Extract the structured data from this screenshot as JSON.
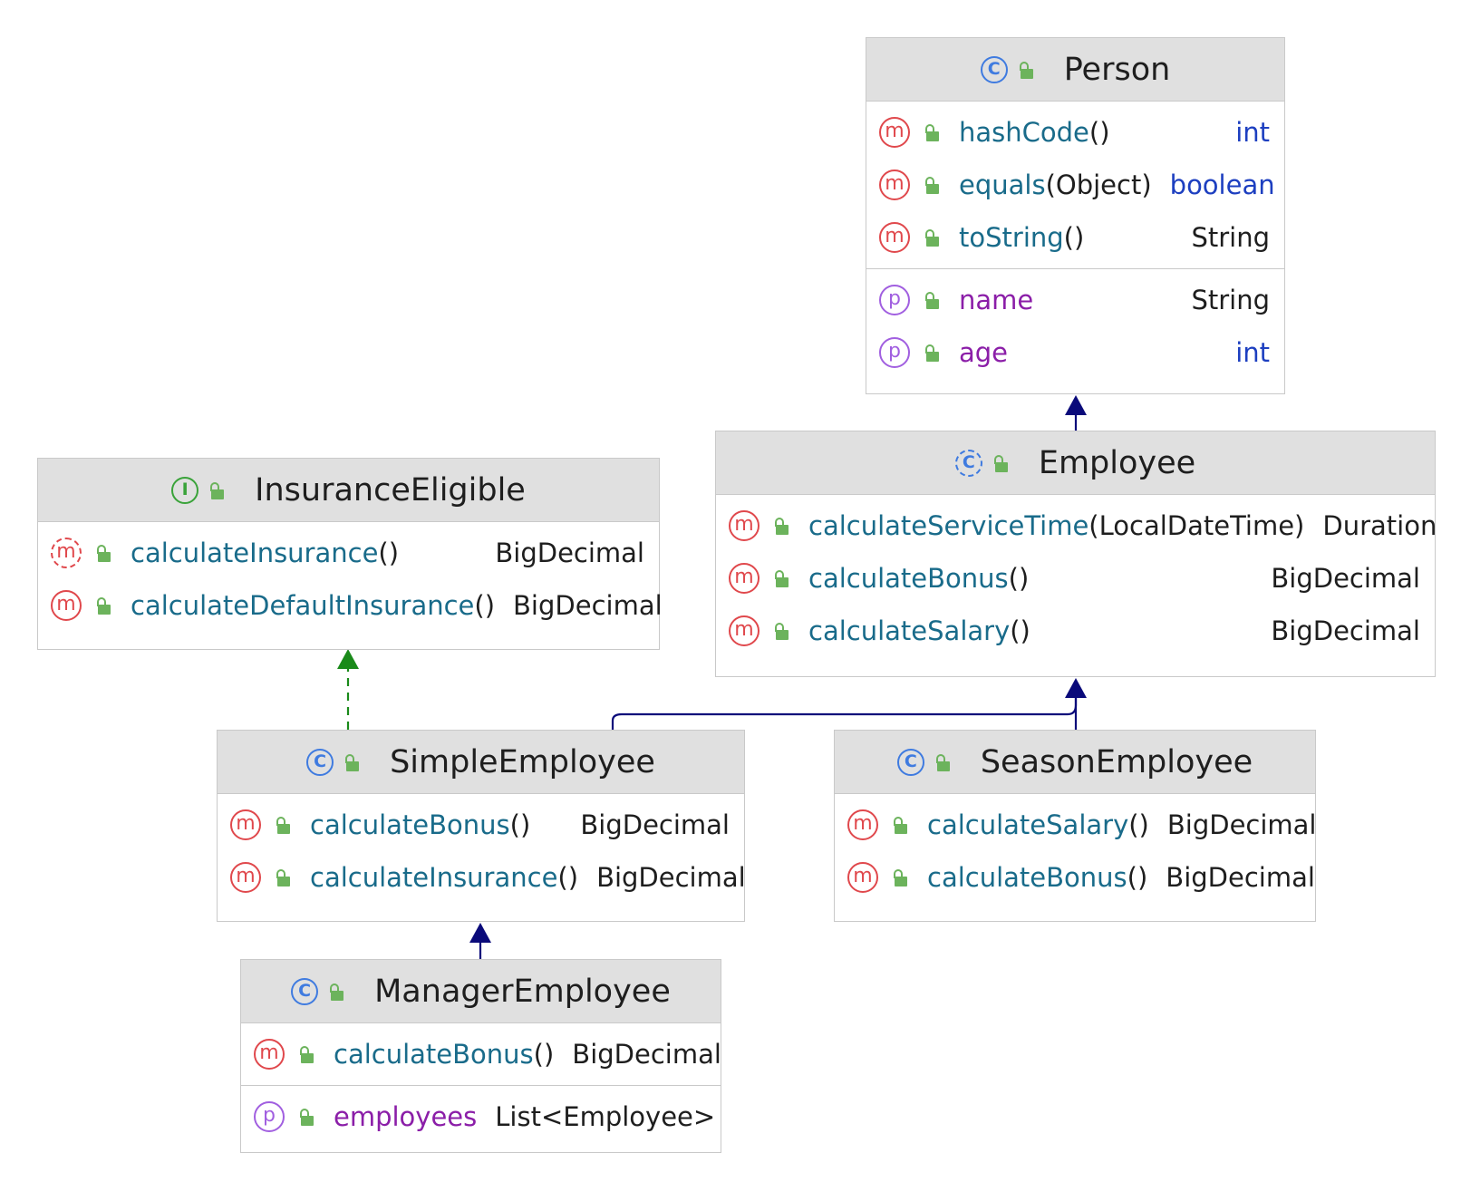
{
  "colors": {
    "class_icon": "#3f7be0",
    "interface_icon": "#3aa33a",
    "method_icon": "#e0484c",
    "property_icon": "#a15fe0",
    "public_lock": "#6cb35c",
    "extends_edge": "#0a0a7a",
    "implements_edge": "#1a8a1a",
    "header_bg": "#e0e0e0",
    "method_name": "#196b8a",
    "property_name": "#8b1ea8",
    "primitive_type": "#1d3fc0"
  },
  "nodes": {
    "person": {
      "kind": "class",
      "kind_letter": "C",
      "name": "Person",
      "methods": [
        {
          "name": "hashCode",
          "params": "()",
          "type": "int"
        },
        {
          "name": "equals",
          "params": "(Object)",
          "type": "boolean"
        },
        {
          "name": "toString",
          "params": "()",
          "type": "String"
        }
      ],
      "properties": [
        {
          "name": "name",
          "type": "String"
        },
        {
          "name": "age",
          "type": "int"
        }
      ]
    },
    "employee": {
      "kind": "abstract-class",
      "kind_letter": "C",
      "name": "Employee",
      "methods": [
        {
          "name": "calculateServiceTime",
          "params": "(LocalDateTime)",
          "type": "Duration"
        },
        {
          "name": "calculateBonus",
          "params": "()",
          "type": "BigDecimal"
        },
        {
          "name": "calculateSalary",
          "params": "()",
          "type": "BigDecimal"
        }
      ]
    },
    "insurance_eligible": {
      "kind": "interface",
      "kind_letter": "I",
      "name": "InsuranceEligible",
      "methods": [
        {
          "name": "calculateInsurance",
          "params": "()",
          "type": "BigDecimal",
          "abstract": true
        },
        {
          "name": "calculateDefaultInsurance",
          "params": "()",
          "type": "BigDecimal"
        }
      ]
    },
    "simple_employee": {
      "kind": "class",
      "kind_letter": "C",
      "name": "SimpleEmployee",
      "methods": [
        {
          "name": "calculateBonus",
          "params": "()",
          "type": "BigDecimal"
        },
        {
          "name": "calculateInsurance",
          "params": "()",
          "type": "BigDecimal"
        }
      ]
    },
    "season_employee": {
      "kind": "class",
      "kind_letter": "C",
      "name": "SeasonEmployee",
      "methods": [
        {
          "name": "calculateSalary",
          "params": "()",
          "type": "BigDecimal"
        },
        {
          "name": "calculateBonus",
          "params": "()",
          "type": "BigDecimal"
        }
      ]
    },
    "manager_employee": {
      "kind": "class",
      "kind_letter": "C",
      "name": "ManagerEmployee",
      "methods": [
        {
          "name": "calculateBonus",
          "params": "()",
          "type": "BigDecimal"
        }
      ],
      "properties": [
        {
          "name": "employees",
          "type": "List<Employee>"
        }
      ]
    }
  },
  "icon_glyphs": {
    "method": "m",
    "property": "p"
  },
  "edges": [
    {
      "from": "Employee",
      "to": "Person",
      "kind": "extends"
    },
    {
      "from": "SimpleEmployee",
      "to": "Employee",
      "kind": "extends"
    },
    {
      "from": "SeasonEmployee",
      "to": "Employee",
      "kind": "extends"
    },
    {
      "from": "SimpleEmployee",
      "to": "InsuranceEligible",
      "kind": "implements"
    },
    {
      "from": "ManagerEmployee",
      "to": "SimpleEmployee",
      "kind": "extends"
    }
  ]
}
